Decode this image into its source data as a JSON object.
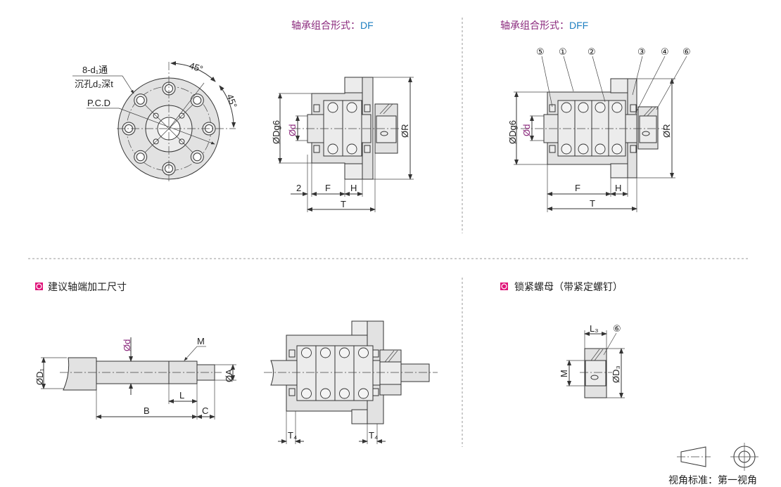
{
  "df_section": {
    "title_prefix": "轴承组合形式：",
    "title_code": "DF"
  },
  "dff_section": {
    "title_prefix": "轴承组合形式：",
    "title_code": "DFF"
  },
  "flange_view": {
    "angle_1": "45°",
    "angle_2": "45°",
    "hole_label_1": "8-d₁通",
    "hole_label_2": "沉孔d₂深t",
    "pcd_label": "P.C.D"
  },
  "df_dims": {
    "D": "ØDg6",
    "d": "Ød",
    "R": "ØR",
    "gap": "2",
    "F": "F",
    "H": "H",
    "T": "T"
  },
  "dff_dims": {
    "D": "ØDg6",
    "d": "Ød",
    "R": "ØR",
    "F": "F",
    "H": "H",
    "T": "T"
  },
  "balloons": [
    "⑤",
    "①",
    "②",
    "③",
    "④",
    "⑥"
  ],
  "shaft_section": {
    "title": "建议轴端加工尺寸",
    "dims": {
      "D1": "ØD₁",
      "d": "Ød",
      "M": "M",
      "A": "ØA",
      "L": "L",
      "B": "B",
      "C": "C"
    },
    "t4_left": "T₄",
    "t4_right": "T₄"
  },
  "locknut_section": {
    "title": "锁紧螺母（带紧定螺钉）",
    "dims": {
      "L3": "L₃",
      "balloon": "⑥",
      "M": "M",
      "D3": "ØD₃"
    }
  },
  "projection": {
    "label": "视角标准：第一视角"
  },
  "colors": {
    "title": "#8b2a7d",
    "code": "#1e7fc0",
    "bullet": "#e0157a",
    "part_fill": "#e2e2e2"
  }
}
